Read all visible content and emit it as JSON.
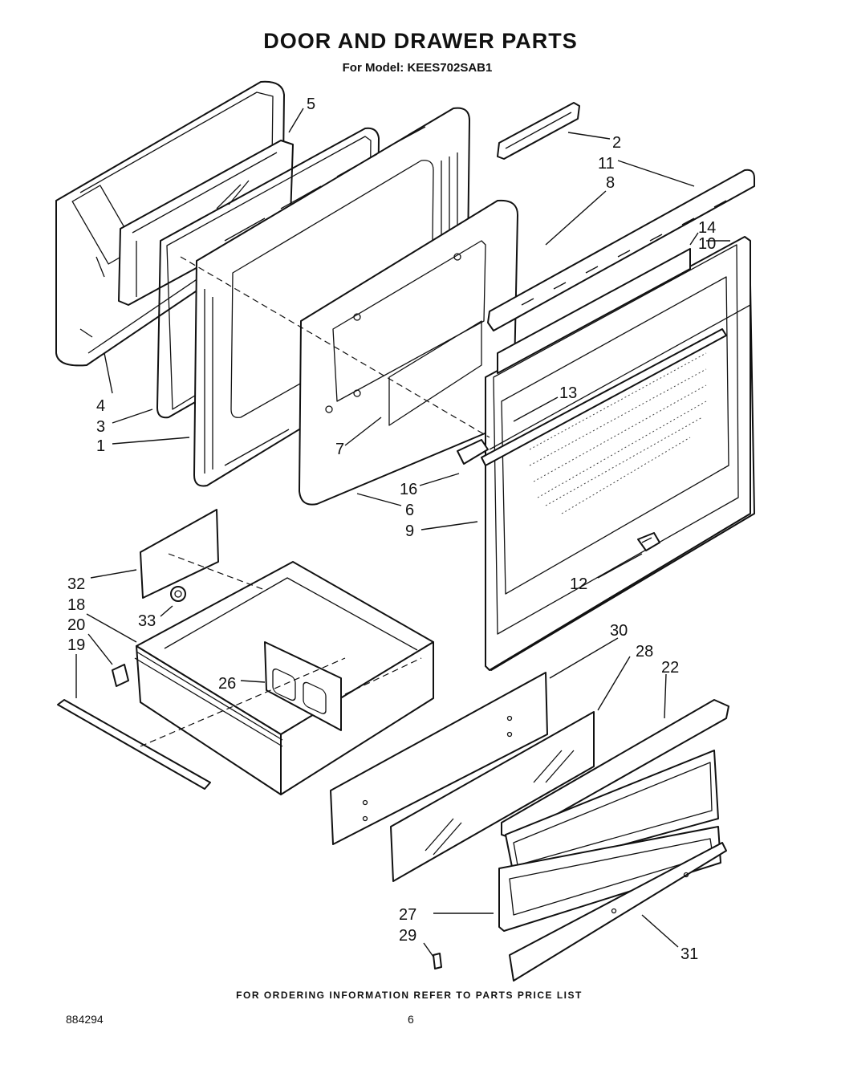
{
  "title": "DOOR AND DRAWER PARTS",
  "subtitle": "For Model: KEES702SAB1",
  "footer_note": "FOR ORDERING INFORMATION REFER TO PARTS PRICE LIST",
  "doc_code": "884294",
  "page_number": "6",
  "callouts": {
    "c1": "1",
    "c2": "2",
    "c3": "3",
    "c4": "4",
    "c5": "5",
    "c6": "6",
    "c7": "7",
    "c8": "8",
    "c9": "9",
    "c10": "10",
    "c11": "11",
    "c12": "12",
    "c13": "13",
    "c14": "14",
    "c16": "16",
    "c18": "18",
    "c19": "19",
    "c20": "20",
    "c22": "22",
    "c26": "26",
    "c27": "27",
    "c28": "28",
    "c29": "29",
    "c30": "30",
    "c31": "31",
    "c32": "32",
    "c33": "33"
  }
}
